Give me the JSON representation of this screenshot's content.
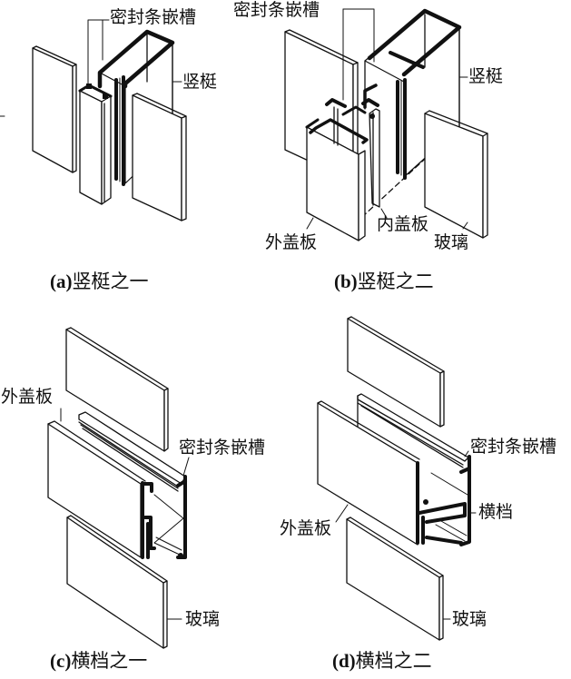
{
  "figure": {
    "panels": [
      {
        "id": "a",
        "caption_letter": "(a)",
        "caption_text": "竖梃之一",
        "labels": {
          "seal_groove": "密封条嵌槽",
          "mullion": "竖梃"
        }
      },
      {
        "id": "b",
        "caption_letter": "(b)",
        "caption_text": "竖梃之二",
        "labels": {
          "seal_groove": "密封条嵌槽",
          "mullion": "竖梃",
          "outer_cover": "外盖板",
          "inner_cover": "内盖板",
          "glass": "玻璃"
        }
      },
      {
        "id": "c",
        "caption_letter": "(c)",
        "caption_text": "横档之一",
        "labels": {
          "outer_cover": "外盖板",
          "seal_groove": "密封条嵌槽",
          "glass": "玻璃"
        }
      },
      {
        "id": "d",
        "caption_letter": "(d)",
        "caption_text": "横档之二",
        "labels": {
          "seal_groove": "密封条嵌槽",
          "transom": "横档",
          "outer_cover": "外盖板",
          "glass": "玻璃"
        }
      }
    ]
  }
}
